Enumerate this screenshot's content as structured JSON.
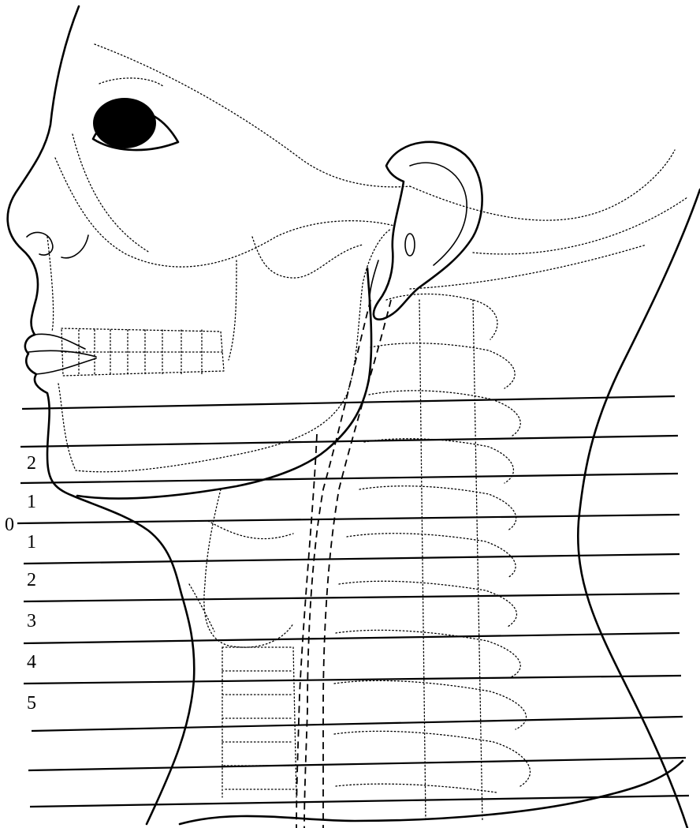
{
  "figure": {
    "labels_above": [
      "2",
      "1"
    ],
    "label_zero": "0",
    "labels_below": [
      "1",
      "2",
      "3",
      "4",
      "5"
    ]
  }
}
